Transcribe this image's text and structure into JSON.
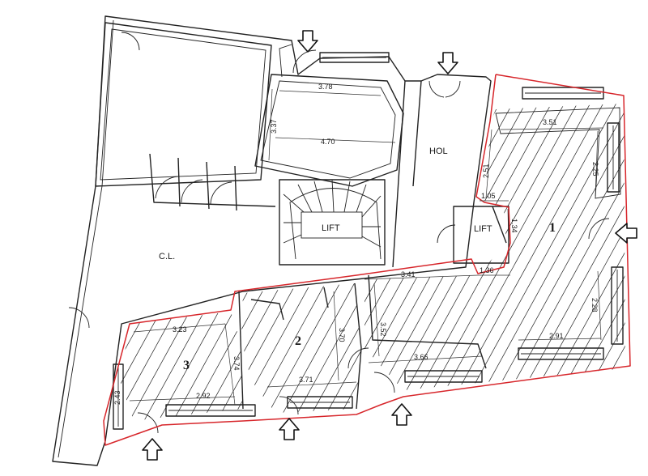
{
  "rooms": {
    "cl": "C.L.",
    "hol": "HOL",
    "lift_stair": "LIFT",
    "lift_hall": "LIFT"
  },
  "units": {
    "u1": "1",
    "u2": "2",
    "u3": "3"
  },
  "dims": {
    "d378": "3.78",
    "d337": "3.37",
    "d470": "4.70",
    "d351": "3.51",
    "d251": "2.51",
    "d225": "2.25",
    "d105": "1.05",
    "d134": "1.34",
    "d341": "3.41",
    "d136": "1.36",
    "d228": "2.28",
    "d291": "2.91",
    "d366": "3.66",
    "d352": "3.52",
    "d370": "3.70",
    "d371": "3.71",
    "d323": "3.23",
    "d374": "3.74",
    "d243": "2.43",
    "d292": "2.92"
  },
  "colors": {
    "highlight": "#d7262b",
    "walls": "#222222"
  },
  "icons": {
    "entrance": "entrance-arrow-icon"
  }
}
